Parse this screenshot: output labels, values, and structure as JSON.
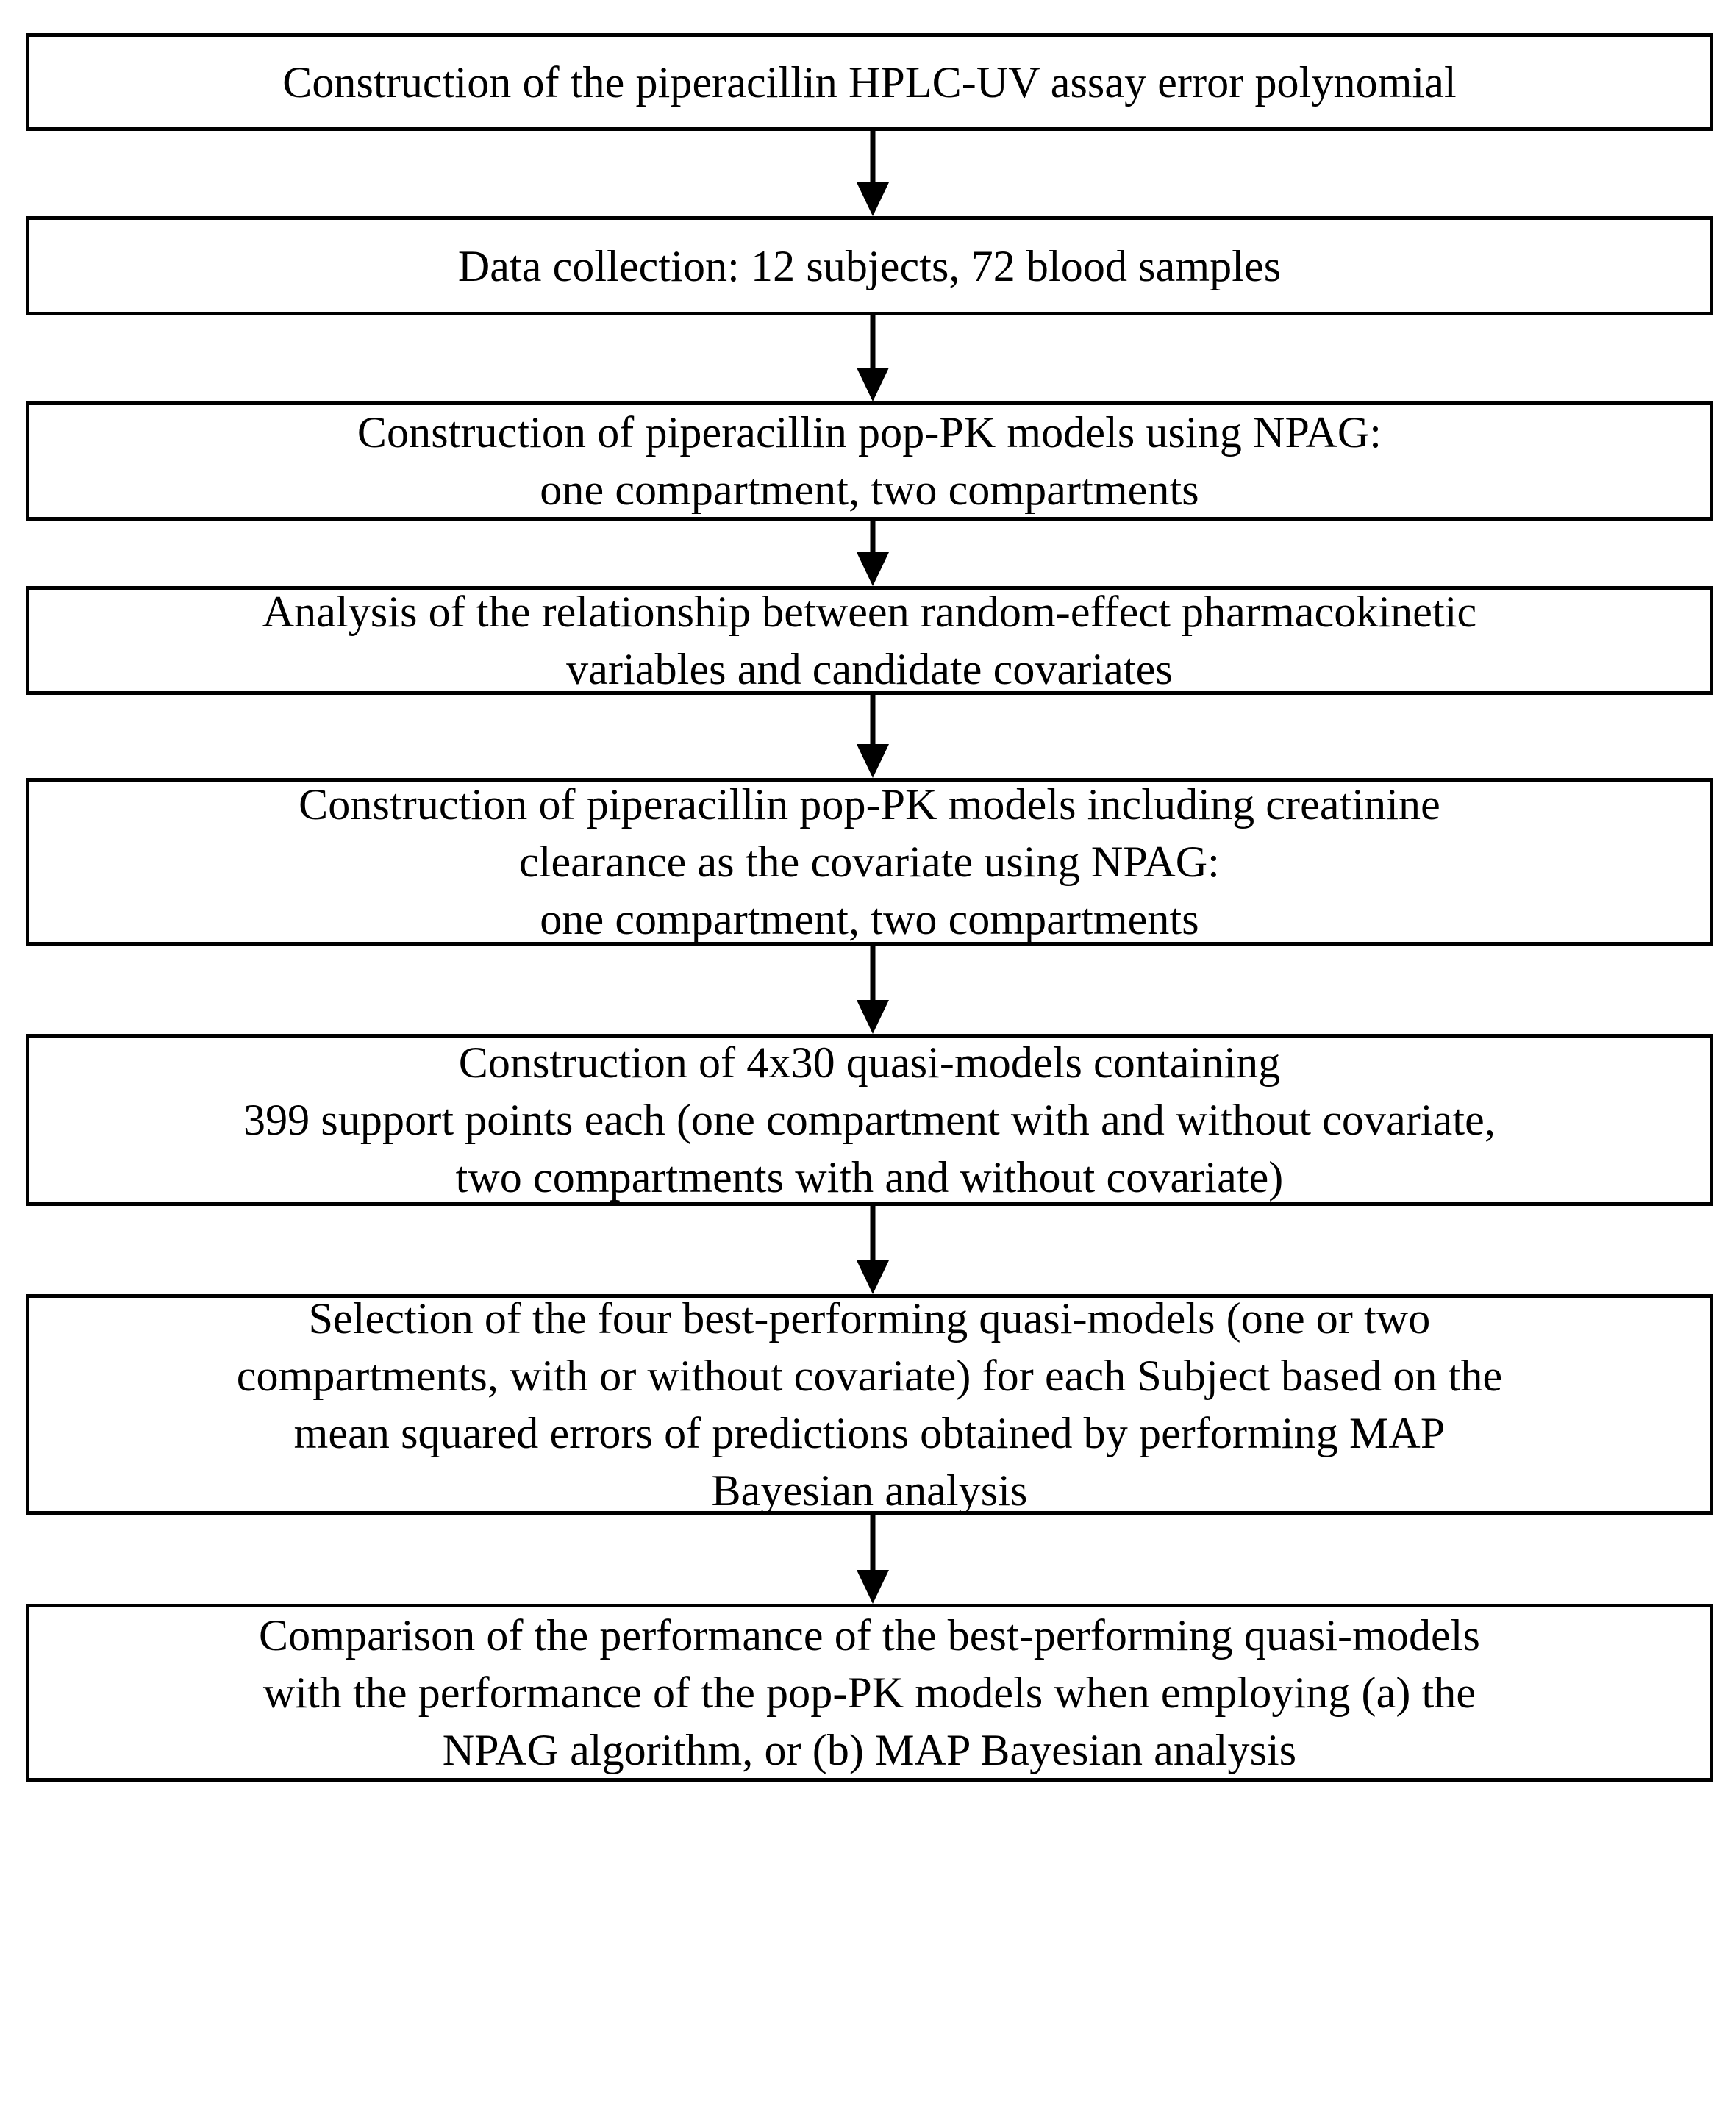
{
  "diagram": {
    "title": "Study workflow flowchart",
    "type": "vertical-flowchart",
    "orientation": "top-to-bottom",
    "node_count": 8,
    "connector_count": 7,
    "colors": {
      "background": "#ffffff",
      "box_border": "#000000",
      "box_fill": "#ffffff",
      "text": "#000000",
      "arrow": "#000000"
    },
    "nodes": [
      {
        "id": "node-1",
        "index": 1,
        "text": "Construction of the piperacillin HPLC-UV assay error polynomial",
        "lines": 1
      },
      {
        "id": "node-2",
        "index": 2,
        "text": "Data collection: 12 subjects, 72 blood samples",
        "lines": 1
      },
      {
        "id": "node-3",
        "index": 3,
        "text": "Construction of piperacillin pop-PK models using NPAG:\none compartment, two compartments",
        "lines": 2
      },
      {
        "id": "node-4",
        "index": 4,
        "text": "Analysis of the relationship between random-effect pharmacokinetic\nvariables and candidate covariates",
        "lines": 2
      },
      {
        "id": "node-5",
        "index": 5,
        "text": "Construction of piperacillin pop-PK models including creatinine\nclearance as the covariate using NPAG:\none compartment, two compartments",
        "lines": 3
      },
      {
        "id": "node-6",
        "index": 6,
        "text": "Construction of 4x30 quasi-models containing\n399 support points each (one compartment with and without covariate,\ntwo compartments with and without covariate)",
        "lines": 3
      },
      {
        "id": "node-7",
        "index": 7,
        "text": "Selection of the four best-performing quasi-models (one or two\ncompartments, with or without covariate) for each Subject based on the\nmean squared errors of predictions obtained by performing MAP\nBayesian analysis",
        "lines": 4
      },
      {
        "id": "node-8",
        "index": 8,
        "text": "Comparison of the performance of the best-performing quasi-models\nwith the performance of the pop-PK models when employing (a) the\nNPAG algorithm, or (b) MAP Bayesian analysis",
        "lines": 3
      }
    ],
    "connectors": [
      {
        "id": "arrow-1-2",
        "icon": "down-arrow-icon",
        "from": "node-1",
        "to": "node-2"
      },
      {
        "id": "arrow-2-3",
        "icon": "down-arrow-icon",
        "from": "node-2",
        "to": "node-3"
      },
      {
        "id": "arrow-3-4",
        "icon": "down-arrow-icon",
        "from": "node-3",
        "to": "node-4"
      },
      {
        "id": "arrow-4-5",
        "icon": "down-arrow-icon",
        "from": "node-4",
        "to": "node-5"
      },
      {
        "id": "arrow-5-6",
        "icon": "down-arrow-icon",
        "from": "node-5",
        "to": "node-6"
      },
      {
        "id": "arrow-6-7",
        "icon": "down-arrow-icon",
        "from": "node-6",
        "to": "node-7"
      },
      {
        "id": "arrow-7-8",
        "icon": "down-arrow-icon",
        "from": "node-7",
        "to": "node-8"
      }
    ]
  }
}
